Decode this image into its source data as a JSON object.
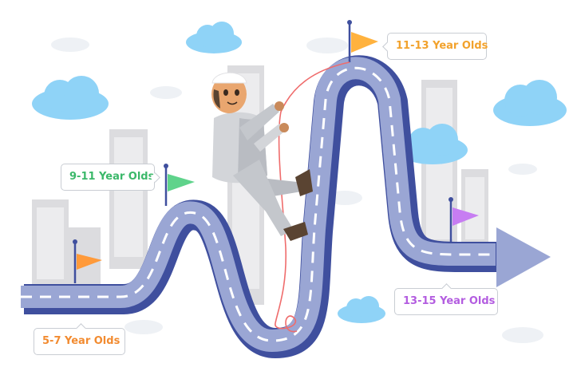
{
  "labels": [
    {
      "text": "5-7 Year Olds",
      "color": "#f28b30"
    },
    {
      "text": "9-11 Year Olds",
      "color": "#3bb86a"
    },
    {
      "text": "11-13 Year Olds",
      "color": "#f2a22c"
    },
    {
      "text": "13-15 Year Olds",
      "color": "#b35de0"
    }
  ],
  "colors": {
    "road_light": "#9aa6d4",
    "road_dark": "#3f4f9e",
    "road_dash": "#ffffff",
    "cloud": "#8fd3f7",
    "building": "#dcdcdf",
    "rope": "#ef6c6c",
    "flag_orange": "#ff9a3a",
    "flag_green": "#5fd38b",
    "flag_yellow": "#ffb23e",
    "flag_purple": "#c77df2"
  },
  "icons": {
    "character": "climbing-boy-icon",
    "arrow": "arrow-right-icon"
  }
}
